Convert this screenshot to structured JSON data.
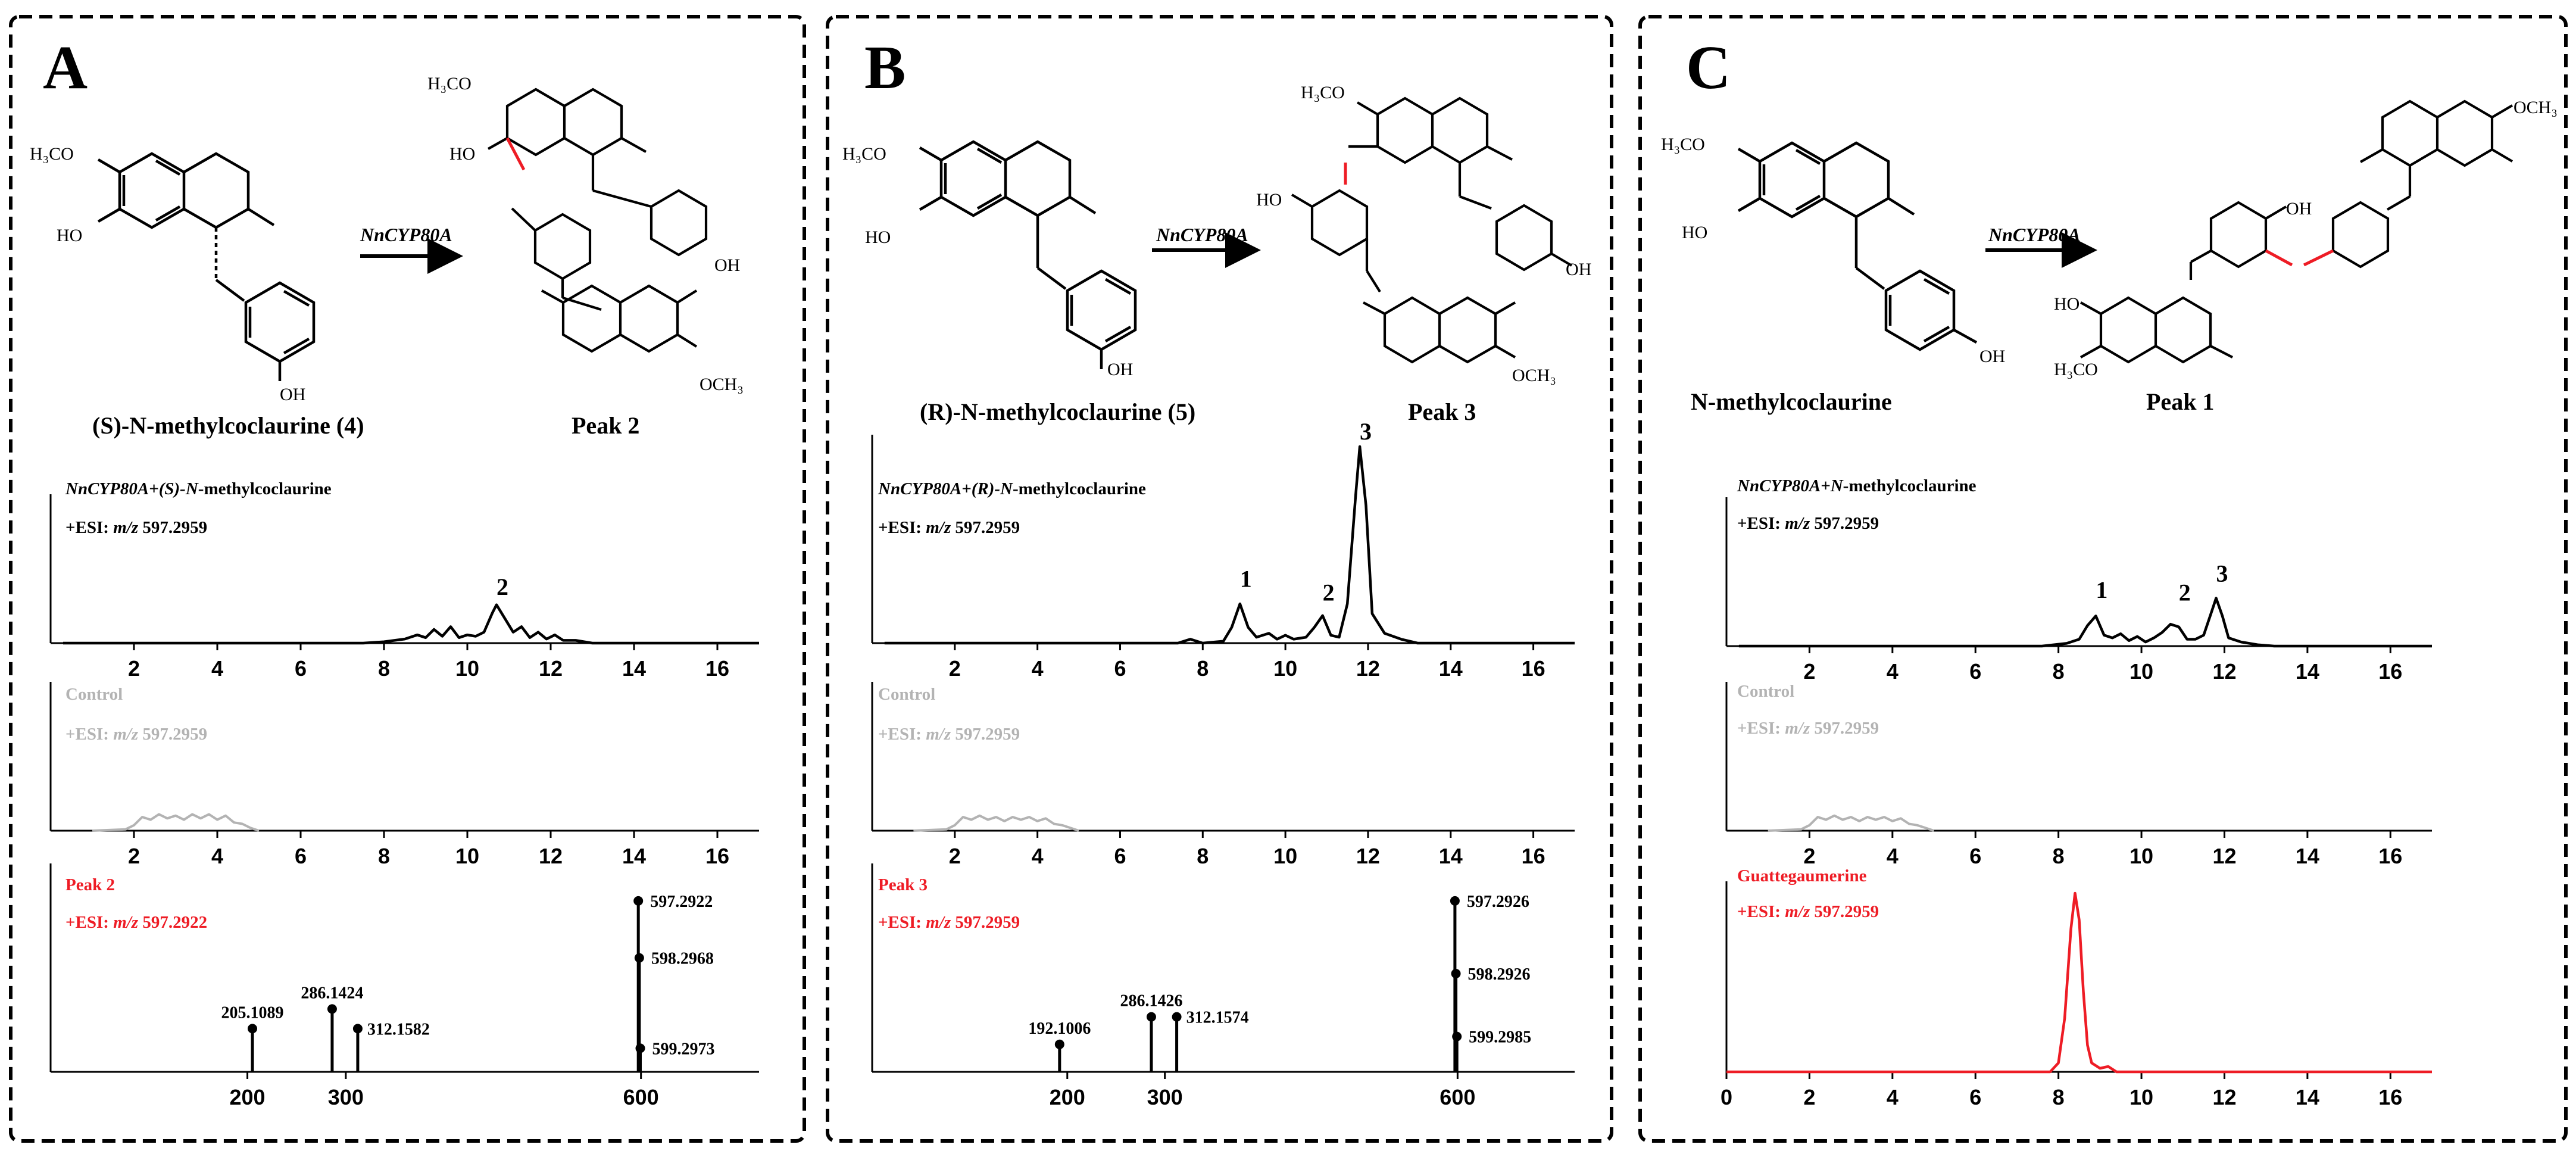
{
  "colors": {
    "black": "#000000",
    "gray": "#b3b3b3",
    "red": "#ee1c25"
  },
  "panels": [
    {
      "label": "A",
      "substrate_name": "(S)-N-methylcoclaurine (4)",
      "product_name": "Peak 2",
      "enzyme": "NnCYP80A",
      "atoms": {
        "sub_h3co": "H₃CO",
        "sub_ho": "HO",
        "sub_oh": "OH",
        "prod_h3co": "H₃CO",
        "prod_ho": "HO",
        "prod_oh": "OH",
        "prod_och3": "OCH₃"
      }
    },
    {
      "label": "B",
      "substrate_name": "(R)-N-methylcoclaurine (5)",
      "product_name": "Peak 3",
      "enzyme": "NnCYP80A",
      "atoms": {
        "sub_h3co": "H₃CO",
        "sub_ho": "HO",
        "sub_oh": "OH",
        "prod_h3co": "H₃CO",
        "prod_ho": "HO",
        "prod_oh": "OH",
        "prod_och3": "OCH₃"
      }
    },
    {
      "label": "C",
      "substrate_name": "N-methylcoclaurine",
      "product_name": "Peak 1",
      "enzyme": "NnCYP80A",
      "atoms": {
        "sub_h3co": "H₃CO",
        "sub_ho": "HO",
        "sub_oh": "OH",
        "prod_h3co": "H₃CO",
        "prod_ho": "HO",
        "prod_oh": "OH",
        "prod_och3": "OCH₃"
      }
    }
  ],
  "chart_data": [
    {
      "panel": "A",
      "type": "line",
      "xlim": [
        0,
        17
      ],
      "title": "NnCYP80A+(S)-N-methylcoclaurine",
      "subtitle": "+ESI: m/z 597.2959",
      "xticks": [
        2,
        4,
        6,
        8,
        10,
        12,
        14,
        16
      ],
      "peak_labels": [
        {
          "label": "2",
          "x": 10.7,
          "y": 0.3
        }
      ],
      "series": [
        {
          "color": "#000000",
          "x": [
            0.3,
            7.5,
            8.0,
            8.5,
            8.8,
            9.0,
            9.2,
            9.4,
            9.6,
            9.8,
            10.0,
            10.2,
            10.4,
            10.6,
            10.7,
            10.9,
            11.1,
            11.3,
            11.5,
            11.7,
            11.9,
            12.1,
            12.3,
            12.6,
            13.0,
            17.0
          ],
          "y": [
            0.0,
            0.0,
            0.01,
            0.03,
            0.06,
            0.04,
            0.1,
            0.05,
            0.12,
            0.04,
            0.06,
            0.05,
            0.08,
            0.22,
            0.28,
            0.18,
            0.08,
            0.12,
            0.04,
            0.08,
            0.03,
            0.06,
            0.02,
            0.02,
            0.0,
            0.0
          ]
        }
      ]
    },
    {
      "panel": "A",
      "type": "line",
      "xlim": [
        0,
        17
      ],
      "title": "Control",
      "subtitle": "+ESI: m/z 597.2959",
      "xticks": [
        2,
        4,
        6,
        8,
        10,
        12,
        14,
        16
      ],
      "series": [
        {
          "color": "#b3b3b3",
          "x": [
            1.0,
            1.8,
            2.0,
            2.2,
            2.4,
            2.6,
            2.8,
            3.0,
            3.2,
            3.4,
            3.6,
            3.8,
            4.0,
            4.2,
            4.4,
            4.6,
            4.8,
            5.0
          ],
          "y": [
            0.0,
            0.01,
            0.04,
            0.1,
            0.08,
            0.12,
            0.09,
            0.11,
            0.08,
            0.12,
            0.09,
            0.12,
            0.08,
            0.11,
            0.06,
            0.05,
            0.02,
            0.0
          ]
        }
      ]
    },
    {
      "panel": "A",
      "type": "stick",
      "title": "Peak 2",
      "subtitle": "+ESI: m/z 597.2922",
      "xlim": [
        0,
        720
      ],
      "xticks": [
        200,
        300,
        600
      ],
      "peaks": [
        {
          "mz": 205.1089,
          "intensity": 0.22,
          "label": "205.1089"
        },
        {
          "mz": 286.1424,
          "intensity": 0.32,
          "label": "286.1424"
        },
        {
          "mz": 312.1582,
          "intensity": 0.22,
          "label": "312.1582"
        },
        {
          "mz": 597.2922,
          "intensity": 0.87,
          "label": "597.2922"
        },
        {
          "mz": 598.2968,
          "intensity": 0.58,
          "label": "598.2968"
        },
        {
          "mz": 599.2973,
          "intensity": 0.12,
          "label": "599.2973"
        }
      ]
    },
    {
      "panel": "B",
      "type": "line",
      "xlim": [
        0,
        17
      ],
      "title": "NnCYP80A+(R)-N-methylcoclaurine",
      "subtitle": "+ESI: m/z 597.2959",
      "xticks": [
        2,
        4,
        6,
        8,
        10,
        12,
        14,
        16
      ],
      "peak_labels": [
        {
          "label": "1",
          "x": 8.9,
          "y": 0.25
        },
        {
          "label": "2",
          "x": 10.9,
          "y": 0.18
        },
        {
          "label": "3",
          "x": 11.8,
          "y": 1.0
        }
      ],
      "series": [
        {
          "color": "#000000",
          "x": [
            0.3,
            7.4,
            7.7,
            8.0,
            8.5,
            8.7,
            8.9,
            9.1,
            9.3,
            9.6,
            9.8,
            10.0,
            10.2,
            10.5,
            10.7,
            10.9,
            11.1,
            11.3,
            11.5,
            11.7,
            11.8,
            11.95,
            12.1,
            12.4,
            12.8,
            13.2,
            17.0
          ],
          "y": [
            0.0,
            0.0,
            0.02,
            0.0,
            0.01,
            0.08,
            0.2,
            0.08,
            0.03,
            0.05,
            0.02,
            0.04,
            0.02,
            0.03,
            0.08,
            0.14,
            0.04,
            0.03,
            0.2,
            0.75,
            1.0,
            0.7,
            0.15,
            0.05,
            0.02,
            0.0,
            0.0
          ]
        }
      ]
    },
    {
      "panel": "B",
      "type": "line",
      "xlim": [
        0,
        17
      ],
      "title": "Control",
      "subtitle": "+ESI: m/z 597.2959",
      "xticks": [
        2,
        4,
        6,
        8,
        10,
        12,
        14,
        16
      ],
      "series": [
        {
          "color": "#b3b3b3",
          "x": [
            1.0,
            1.8,
            2.0,
            2.2,
            2.4,
            2.6,
            2.8,
            3.0,
            3.2,
            3.4,
            3.6,
            3.8,
            4.0,
            4.2,
            4.4,
            4.6,
            4.8,
            5.0
          ],
          "y": [
            0.0,
            0.01,
            0.04,
            0.1,
            0.08,
            0.11,
            0.08,
            0.1,
            0.07,
            0.1,
            0.08,
            0.1,
            0.07,
            0.09,
            0.05,
            0.04,
            0.02,
            0.0
          ]
        }
      ]
    },
    {
      "panel": "B",
      "type": "stick",
      "title": "Peak 3",
      "subtitle": "+ESI: m/z 597.2959",
      "xlim": [
        0,
        720
      ],
      "xticks": [
        200,
        300,
        600
      ],
      "peaks": [
        {
          "mz": 192.1006,
          "intensity": 0.14,
          "label": "192.1006"
        },
        {
          "mz": 286.1426,
          "intensity": 0.28,
          "label": "286.1426"
        },
        {
          "mz": 312.1574,
          "intensity": 0.28,
          "label": "312.1574"
        },
        {
          "mz": 597.2926,
          "intensity": 0.87,
          "label": "597.2926"
        },
        {
          "mz": 598.2926,
          "intensity": 0.5,
          "label": "598.2926"
        },
        {
          "mz": 599.2985,
          "intensity": 0.18,
          "label": "599.2985"
        }
      ]
    },
    {
      "panel": "C",
      "type": "line",
      "xlim": [
        0,
        17
      ],
      "title": "NnCYP80A+N-methylcoclaurine",
      "subtitle": "+ESI: m/z 597.2959",
      "xticks": [
        2,
        4,
        6,
        8,
        10,
        12,
        14,
        16
      ],
      "peak_labels": [
        {
          "label": "1",
          "x": 8.9,
          "y": 0.3
        },
        {
          "label": "2",
          "x": 10.9,
          "y": 0.28
        },
        {
          "label": "3",
          "x": 11.8,
          "y": 0.42
        }
      ],
      "series": [
        {
          "color": "#000000",
          "x": [
            0.3,
            7.6,
            8.2,
            8.5,
            8.7,
            8.9,
            9.1,
            9.3,
            9.5,
            9.7,
            9.9,
            10.1,
            10.3,
            10.5,
            10.7,
            10.9,
            11.1,
            11.3,
            11.5,
            11.7,
            11.8,
            11.95,
            12.1,
            12.4,
            12.8,
            13.2,
            17.0
          ],
          "y": [
            0.0,
            0.0,
            0.02,
            0.05,
            0.15,
            0.22,
            0.08,
            0.06,
            0.09,
            0.04,
            0.07,
            0.03,
            0.06,
            0.1,
            0.16,
            0.14,
            0.05,
            0.05,
            0.08,
            0.26,
            0.35,
            0.22,
            0.06,
            0.03,
            0.01,
            0.0,
            0.0
          ]
        }
      ]
    },
    {
      "panel": "C",
      "type": "line",
      "xlim": [
        0,
        17
      ],
      "title": "Control",
      "subtitle": "+ESI: m/z 597.2959",
      "xticks": [
        2,
        4,
        6,
        8,
        10,
        12,
        14,
        16
      ],
      "series": [
        {
          "color": "#b3b3b3",
          "x": [
            1.0,
            1.8,
            2.0,
            2.2,
            2.4,
            2.6,
            2.8,
            3.0,
            3.2,
            3.4,
            3.6,
            3.8,
            4.0,
            4.2,
            4.4,
            4.6,
            4.8,
            5.0
          ],
          "y": [
            0.0,
            0.01,
            0.04,
            0.1,
            0.08,
            0.11,
            0.08,
            0.1,
            0.07,
            0.1,
            0.08,
            0.1,
            0.07,
            0.09,
            0.05,
            0.04,
            0.02,
            0.0
          ]
        }
      ]
    },
    {
      "panel": "C",
      "type": "line",
      "xlim": [
        0,
        17
      ],
      "title": "Guattegaumerine",
      "subtitle": "+ESI: m/z 597.2959",
      "xticks": [
        0,
        2,
        4,
        6,
        8,
        10,
        12,
        14,
        16
      ],
      "series": [
        {
          "color": "#ee1c25",
          "x": [
            0.0,
            7.8,
            8.0,
            8.15,
            8.3,
            8.4,
            8.5,
            8.6,
            8.7,
            8.8,
            9.0,
            9.2,
            9.4,
            9.8,
            17.0
          ],
          "y": [
            0.0,
            0.0,
            0.05,
            0.3,
            0.8,
            1.0,
            0.85,
            0.45,
            0.15,
            0.05,
            0.02,
            0.03,
            0.0,
            0.0,
            0.0
          ]
        }
      ]
    }
  ]
}
